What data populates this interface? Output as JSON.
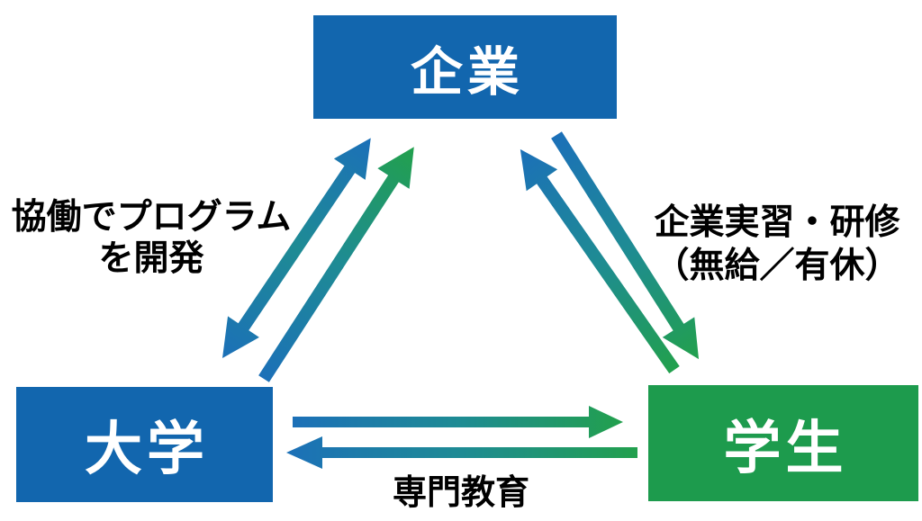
{
  "diagram": {
    "type": "triangle-relationship",
    "nodes": {
      "company": {
        "label": "企業"
      },
      "university": {
        "label": "大学"
      },
      "student": {
        "label": "学生"
      }
    },
    "edge_labels": {
      "university_company": "協働でプログラム\nを開発",
      "company_student": "企業実習・研修\n（無給／有休）",
      "university_student": "専門教育"
    },
    "arrows": [
      {
        "name": "company-university-double",
        "between": [
          "企業",
          "大学"
        ],
        "heads": "both"
      },
      {
        "name": "university-to-company",
        "from": "大学",
        "to": "企業",
        "heads": "one"
      },
      {
        "name": "student-to-company",
        "from": "学生",
        "to": "企業",
        "heads": "one"
      },
      {
        "name": "company-to-student",
        "from": "企業",
        "to": "学生",
        "heads": "one"
      },
      {
        "name": "university-to-student",
        "from": "大学",
        "to": "学生",
        "heads": "one"
      },
      {
        "name": "student-to-university",
        "from": "学生",
        "to": "大学",
        "heads": "one"
      }
    ],
    "colors": {
      "box_blue": "#1266ae",
      "box_green": "#1d9b4d",
      "box_text": "#ffffff",
      "arrow_blue": "#1c70b8",
      "arrow_teal": "#1e8b94",
      "arrow_green": "#22a04d",
      "label_text": "#000000",
      "background": "#ffffff"
    }
  }
}
